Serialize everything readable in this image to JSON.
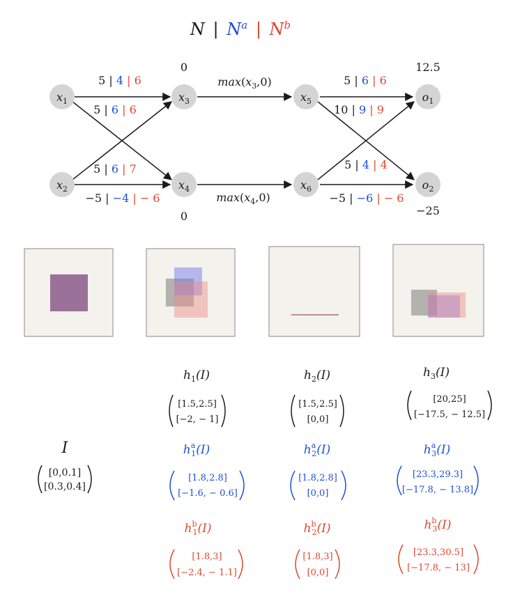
{
  "title": {
    "n": "N",
    "sep1": "|",
    "na": "N",
    "na_sup": "a",
    "sep2": "|",
    "nb": "N",
    "nb_sup": "b"
  },
  "colors": {
    "n": "#1a1a1a",
    "a": "#1d4fd8",
    "b": "#e0452b",
    "node": "#d4d4d4",
    "panel_bg": "#f3f2ec"
  },
  "nodes": {
    "x1": {
      "base": "x",
      "sub": "1"
    },
    "x2": {
      "base": "x",
      "sub": "2"
    },
    "x3": {
      "base": "x",
      "sub": "3"
    },
    "x4": {
      "base": "x",
      "sub": "4"
    },
    "x5": {
      "base": "x",
      "sub": "5"
    },
    "x6": {
      "base": "x",
      "sub": "6"
    },
    "o1": {
      "base": "o",
      "sub": "1"
    },
    "o2": {
      "base": "o",
      "sub": "2"
    }
  },
  "node_values": {
    "x3": "0",
    "x4": "0",
    "o1": "12.5",
    "o2": "−25"
  },
  "edge_weights": {
    "x1_x3": {
      "n": "5",
      "a": "4",
      "b": "6"
    },
    "x1_x4": {
      "n": "5",
      "a": "6",
      "b": "6"
    },
    "x2_x3": {
      "n": "5",
      "a": "6",
      "b": "7"
    },
    "x2_x4": {
      "n": "−5",
      "a": "−4",
      "b": "− 6"
    },
    "x5_o1": {
      "n": "5",
      "a": "6",
      "b": "6"
    },
    "x5_o2": {
      "n": "10",
      "a": "9",
      "b": "9"
    },
    "x6_o1": {
      "n": "5",
      "a": "4",
      "b": "4"
    },
    "x6_o2": {
      "n": "−5",
      "a": "−6",
      "b": "− 6"
    }
  },
  "activations": {
    "x3": {
      "fn": "max",
      "arg": "x",
      "sub": "3",
      "rest": ",0)"
    },
    "x4": {
      "fn": "max",
      "arg": "x",
      "sub": "4",
      "rest": ",0)"
    }
  },
  "input": {
    "label": "I",
    "row1": "[0,0.1]",
    "row2": "[0.3,0.4]"
  },
  "hulls": [
    {
      "n": {
        "label": "h",
        "sub": "1",
        "arg": "(I)",
        "row1": "[1.5,2.5]",
        "row2": "[−2, − 1]"
      },
      "a": {
        "label": "h",
        "sup": "a",
        "sub": "1",
        "arg": "(I)",
        "row1": "[1.8,2.8]",
        "row2": "[−1.6, − 0.6]"
      },
      "b": {
        "label": "h",
        "sup": "b",
        "sub": "1",
        "arg": "(I)",
        "row1": "[1.8,3]",
        "row2": "[−2.4, − 1.1]"
      }
    },
    {
      "n": {
        "label": "h",
        "sub": "2",
        "arg": "(I)",
        "row1": "[1.5,2.5]",
        "row2": "[0,0]"
      },
      "a": {
        "label": "h",
        "sup": "a",
        "sub": "2",
        "arg": "(I)",
        "row1": "[1.8,2.8]",
        "row2": "[0,0]"
      },
      "b": {
        "label": "h",
        "sup": "b",
        "sub": "2",
        "arg": "(I)",
        "row1": "[1.8,3]",
        "row2": "[0,0]"
      }
    },
    {
      "n": {
        "label": "h",
        "sub": "3",
        "arg": "(I)",
        "row1": "[20,25]",
        "row2": "[−17.5, − 12.5]"
      },
      "a": {
        "label": "h",
        "sup": "a",
        "sub": "3",
        "arg": "(I)",
        "row1": "[23.3,29.3]",
        "row2": "[−17.8, − 13.8]"
      },
      "b": {
        "label": "h",
        "sup": "b",
        "sub": "3",
        "arg": "(I)",
        "row1": "[23.3,30.5]",
        "row2": "[−17.8, − 13]"
      }
    }
  ]
}
